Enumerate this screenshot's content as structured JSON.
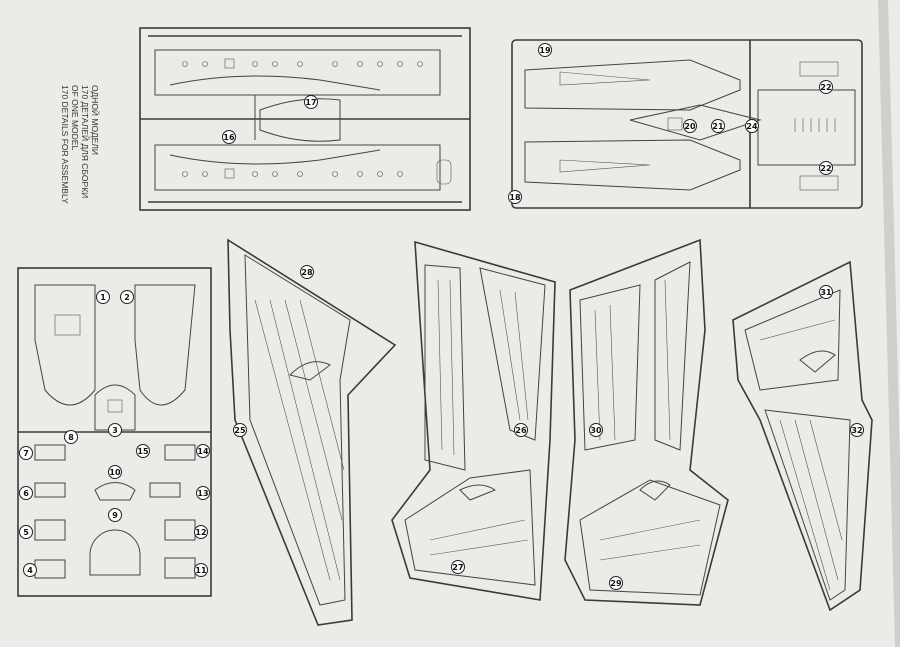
{
  "caption": {
    "line1": "170 DETAILS FOR ASSEMBLY",
    "line2": "OF ONE MODEL",
    "line3": "170 ДЕТАЛЕЙ ДЛЯ СБОРКИ",
    "line4": "ОДНОЙ МОДЕЛИ"
  },
  "part_numbers": [
    "1",
    "2",
    "3",
    "4",
    "5",
    "6",
    "7",
    "8",
    "9",
    "10",
    "11",
    "12",
    "13",
    "14",
    "15",
    "16",
    "17",
    "18",
    "19",
    "20",
    "21",
    "22",
    "22",
    "24",
    "25",
    "26",
    "27",
    "28",
    "29",
    "30",
    "31",
    "32"
  ]
}
